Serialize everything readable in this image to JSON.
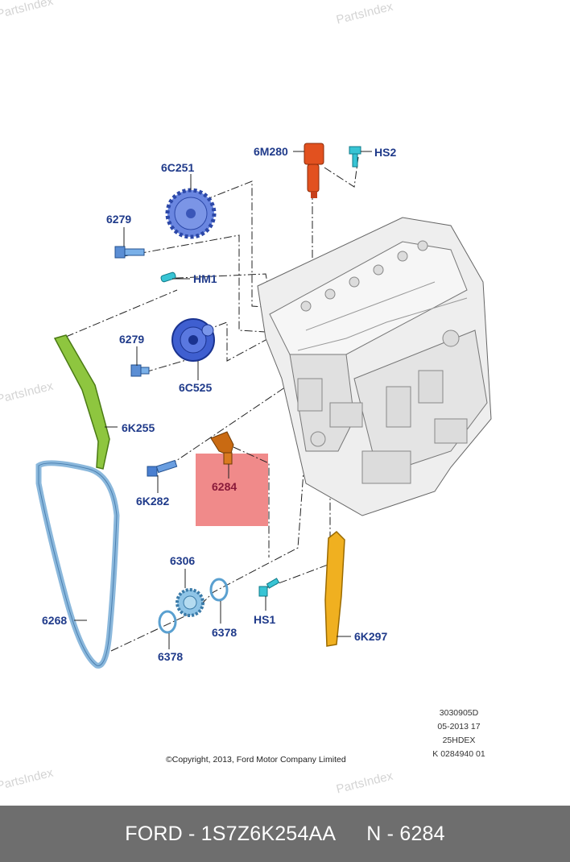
{
  "watermark": "PartsIndex",
  "parts": {
    "p6M280": "6M280",
    "pHS2": "HS2",
    "p6C251": "6C251",
    "p6279a": "6279",
    "pHM1": "HM1",
    "p6279b": "6279",
    "p6C525": "6C525",
    "p6K255": "6K255",
    "p6284": "6284",
    "p6K282": "6K282",
    "p6306": "6306",
    "p6378a": "6378",
    "p6378b": "6378",
    "pHS1": "HS1",
    "p6268": "6268",
    "p6K297": "6K297"
  },
  "meta": {
    "line1": "3030905D",
    "line2": "05-2013 17",
    "line3": "25HDEX",
    "line4": "K 0284940 01"
  },
  "copyright": "©Copyright, 2013, Ford Motor Company Limited",
  "footer": {
    "brand_part": "FORD - 1S7Z6K254AA",
    "number": "N - 6284"
  },
  "colors": {
    "highlight": "#f08a8a",
    "label": "#1f3a8a",
    "footer_bg": "#6e6e6e",
    "sensor": "#e2511f",
    "tensioner": "#c96a12",
    "blue_part": "#4a68d6",
    "light_blue": "#7ab8e0",
    "cyan_part": "#38c4d4",
    "green_guide": "#8ec63f",
    "yellow_guide": "#f0b020"
  }
}
